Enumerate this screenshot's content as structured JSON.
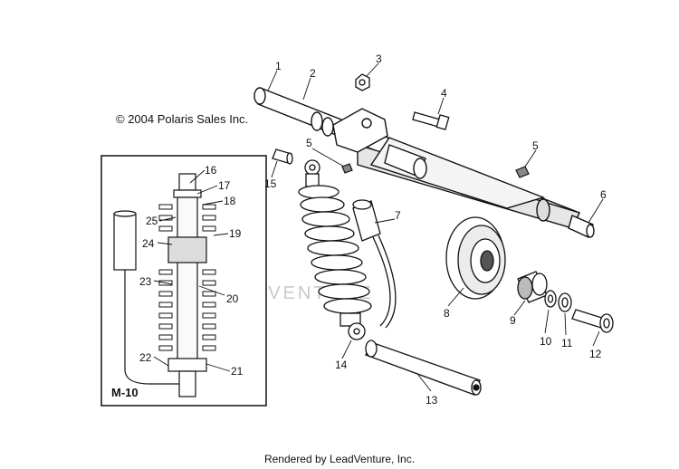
{
  "copyright": "© 2004 Polaris Sales Inc.",
  "footer": "Rendered by LeadVenture, Inc.",
  "watermark": "LEADVENTURE",
  "inset_label": "M-10",
  "callouts": {
    "c1": "1",
    "c2": "2",
    "c3": "3",
    "c4": "4",
    "c5a": "5",
    "c5b": "5",
    "c6": "6",
    "c7": "7",
    "c8": "8",
    "c9": "9",
    "c10": "10",
    "c11": "11",
    "c12": "12",
    "c13": "13",
    "c14": "14",
    "c15": "15",
    "c16": "16",
    "c17": "17",
    "c18": "18",
    "c19": "19",
    "c20": "20",
    "c21": "21",
    "c22": "22",
    "c23": "23",
    "c24": "24",
    "c25": "25"
  }
}
